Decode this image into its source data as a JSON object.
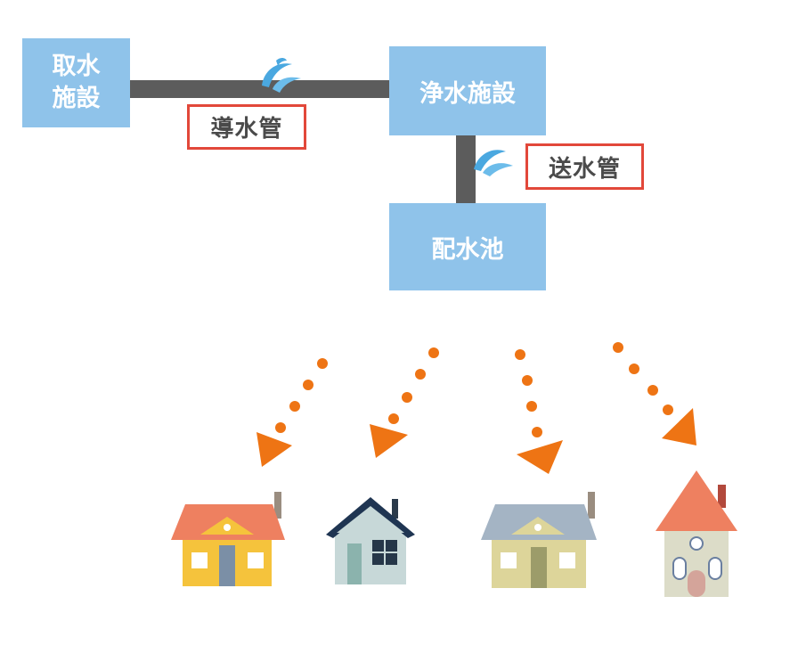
{
  "facilities": {
    "intake": "取水\n施設",
    "purification": "浄水施設",
    "reservoir": "配水池"
  },
  "pipes": {
    "conveyance": "導水管",
    "transmission": "送水管"
  },
  "colors": {
    "facility_box": "#8fc3ea",
    "pipe": "#5c5c5c",
    "label_border": "#e2483a",
    "arrow": "#ee7414",
    "water_drop": "#4aa8e0"
  },
  "icons": [
    "water-splash-icon",
    "house-icon",
    "arrow-icon"
  ]
}
